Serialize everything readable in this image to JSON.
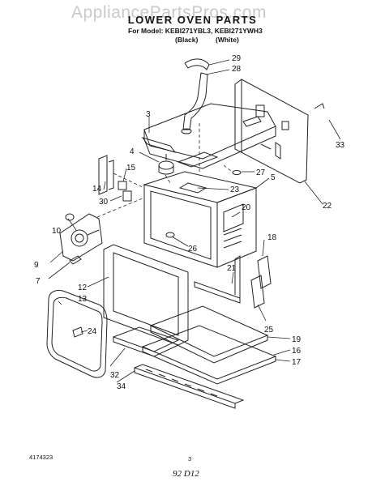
{
  "watermark": "AppliancePartsPros.com",
  "header": {
    "title": "LOWER OVEN PARTS",
    "model_line": "For Model: KEBI271YBL3, KEBI271YWH3",
    "finish_black": "(Black)",
    "finish_white": "(White)"
  },
  "callouts": [
    "29",
    "28",
    "3",
    "33",
    "4",
    "27",
    "5",
    "15",
    "23",
    "14",
    "30",
    "22",
    "20",
    "10",
    "26",
    "18",
    "9",
    "7",
    "21",
    "12",
    "13",
    "25",
    "24",
    "19",
    "16",
    "17",
    "32",
    "34"
  ],
  "footer": {
    "doc_number": "4174323",
    "page": "3",
    "date": "92 D12"
  }
}
